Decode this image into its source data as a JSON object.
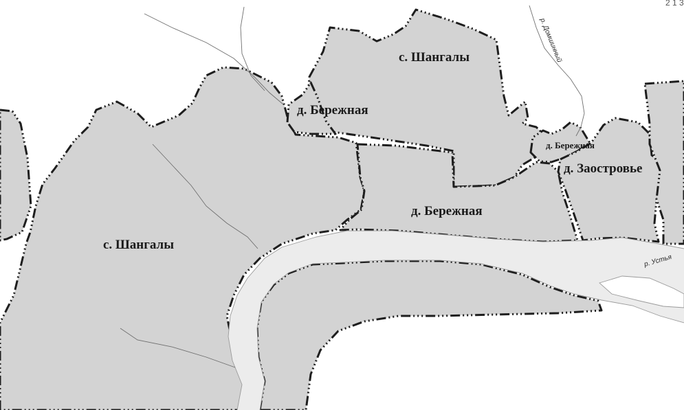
{
  "map": {
    "labels": {
      "shangaly_north": "с. Шангалы",
      "shangaly_west": "с. Шангалы",
      "berezhnaya_north": "д. Бережная",
      "berezhnaya_center": "д. Бережная",
      "berezhnaya_small": "д. Бережная",
      "zaostrovye": "д. Заостровье"
    },
    "rivers": {
      "ustya": "р. Устья",
      "domshinny": "р. Домшинный"
    },
    "corner_text": "2 1 3"
  },
  "colors": {
    "settlement_fill": "#d3d3d3",
    "boundary": "#1e1e1e",
    "river_fill": "#ececec",
    "background": "#ffffff"
  }
}
